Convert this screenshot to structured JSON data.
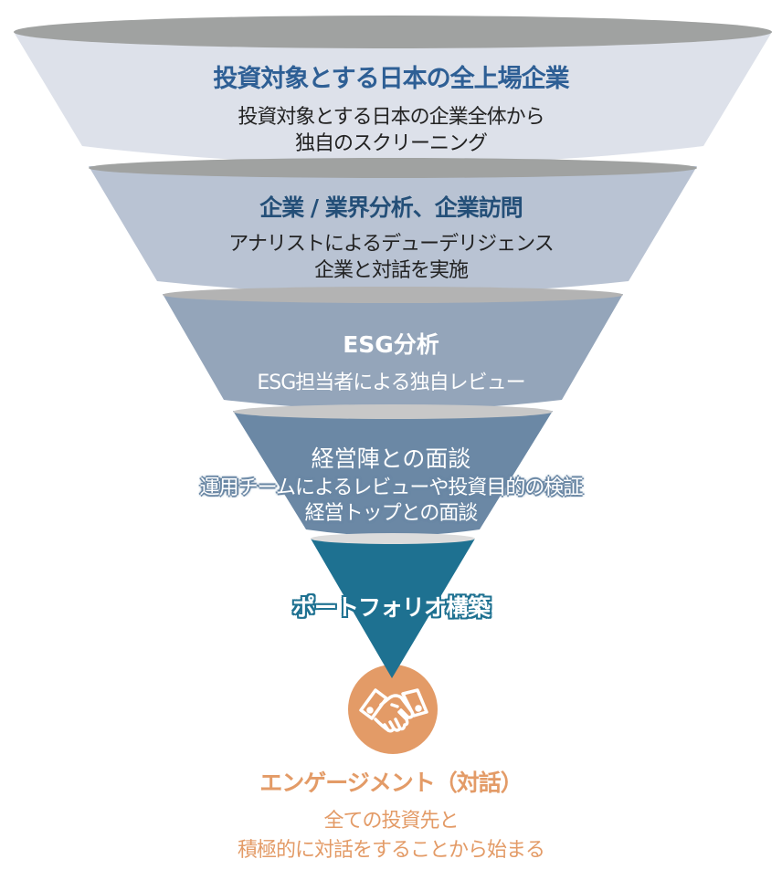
{
  "colors": {
    "stage1_body": "#dde1ea",
    "stage2_body": "#b9c3d3",
    "stage3_body": "#94a5ba",
    "stage4_body": "#6b88a5",
    "stage5_body": "#1e7191",
    "rim_dark": "#a0a2a1",
    "rim_mid": "#b3b3b3",
    "rim_light": "#c8c8c8",
    "rim_lightest": "#dcdcdc",
    "stage1_title": "#2e5f95",
    "stage2_title": "#244f78",
    "engagement_accent": "#e39b67"
  },
  "stages": [
    {
      "title": "投資対象とする日本の全上場企業",
      "lines": [
        "投資対象とする日本の企業全体から",
        "独自のスクリーニング"
      ]
    },
    {
      "title": "企業 / 業界分析、企業訪問",
      "lines": [
        "アナリストによるデューデリジェンス",
        "企業と対話を実施"
      ]
    },
    {
      "title": "ESG分析",
      "lines": [
        "ESG担当者による独自レビュー"
      ]
    },
    {
      "title": "経営陣との面談",
      "lines": [
        "運用チームによるレビューや投資目的の検証",
        "経営トップとの面談"
      ]
    },
    {
      "title": "ポートフォリオ構築",
      "lines": []
    }
  ],
  "engagement": {
    "icon": "handshake-icon",
    "title": "エンゲージメント（対話）",
    "lines": [
      "全ての投資先と",
      "積極的に対話をすることから始まる"
    ]
  }
}
